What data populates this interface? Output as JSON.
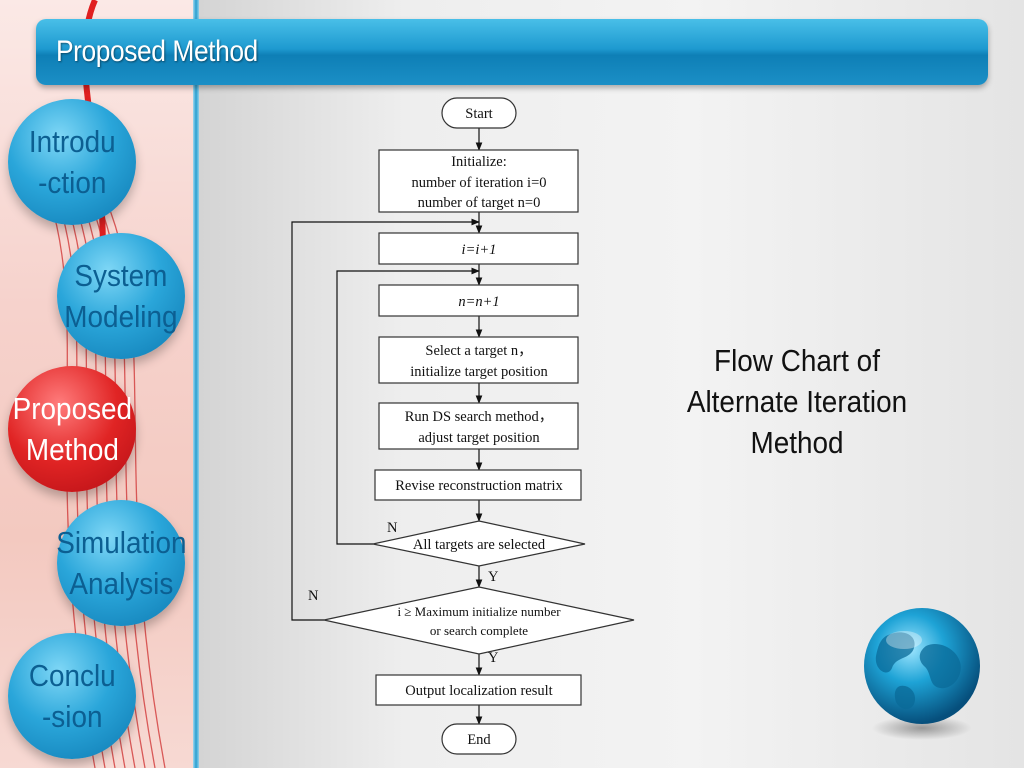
{
  "header": {
    "title": "Proposed Method"
  },
  "nav": {
    "items": [
      {
        "label": "Introdu\n-ction",
        "active": false
      },
      {
        "label": "System\nModeling",
        "active": false
      },
      {
        "label": "Proposed\nMethod",
        "active": true
      },
      {
        "label": "Simulation\nAnalysis",
        "active": false
      },
      {
        "label": "Conclu\n-sion",
        "active": false
      }
    ]
  },
  "flowchart": {
    "start": "Start",
    "init": {
      "line1": "Initialize:",
      "line2": "number of iteration i=0",
      "line3": "number of target n=0"
    },
    "i_inc": "i=i+1",
    "n_inc": "n=n+1",
    "select": {
      "line1": "Select a target n，",
      "line2": "initialize target position"
    },
    "run_ds": {
      "line1": "Run DS search method，",
      "line2": "adjust target position"
    },
    "revise": "Revise reconstruction matrix",
    "decision1": {
      "text": "All targets are selected",
      "no": "N",
      "yes": "Y"
    },
    "decision2": {
      "line1": "i ≥ Maximum initialize  number",
      "line2": "or search complete",
      "no": "N",
      "yes": "Y"
    },
    "output": "Output localization result",
    "end": "End"
  },
  "caption": {
    "line1": "Flow Chart of",
    "line2": "Alternate Iteration",
    "line3": "Method"
  },
  "colors": {
    "accent_blue": "#1e9ad0",
    "active_red": "#e02424",
    "nav_text_blue": "#0c5f92"
  }
}
